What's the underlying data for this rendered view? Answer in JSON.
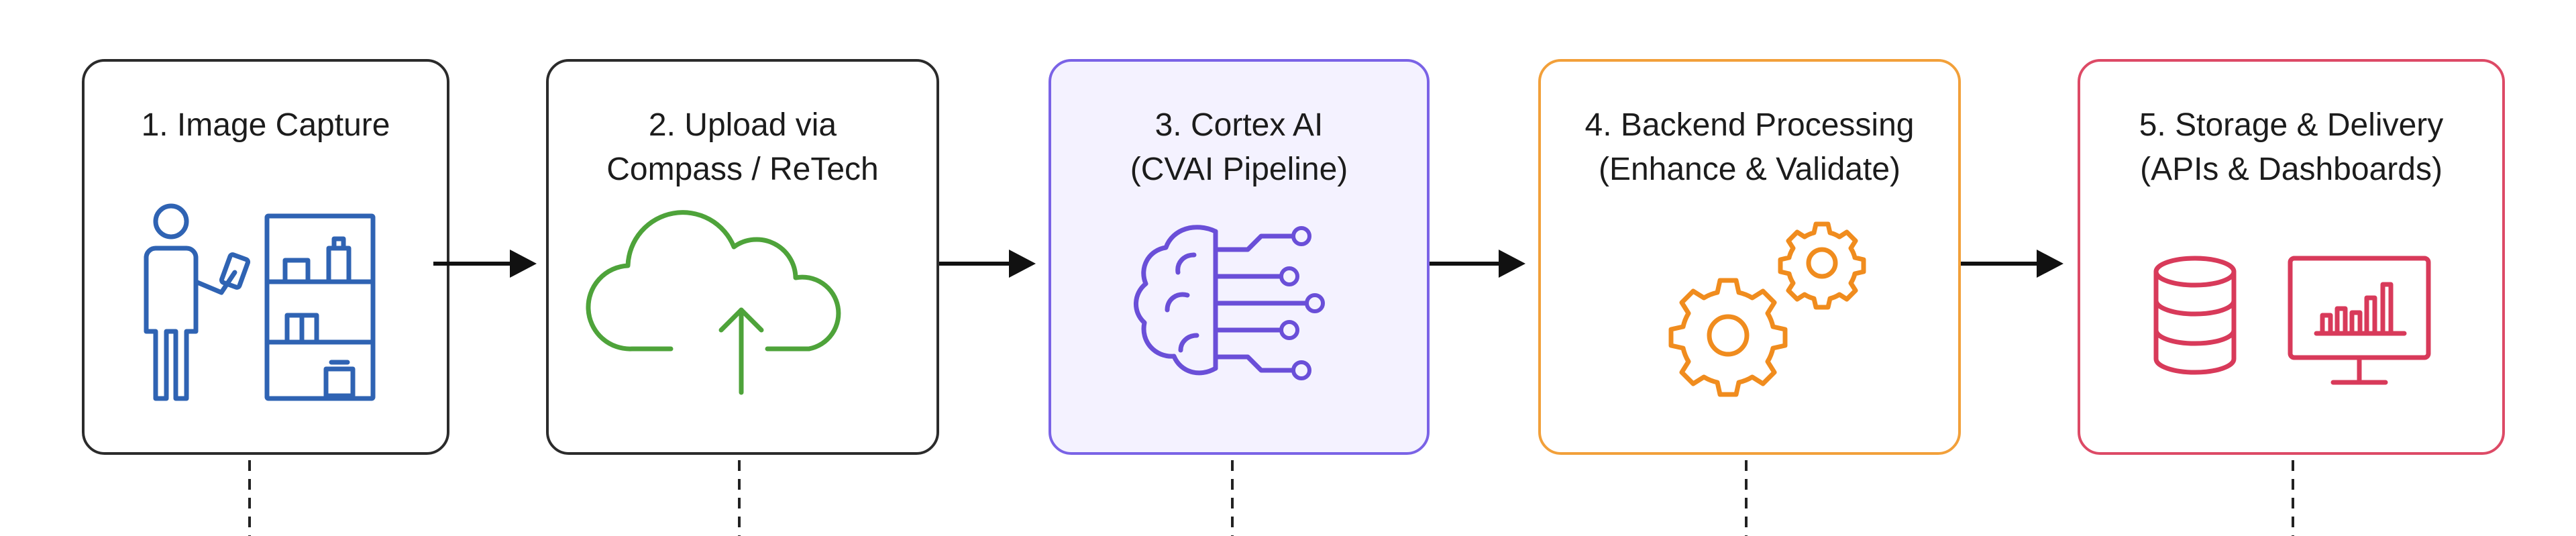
{
  "steps": [
    {
      "title": "1. Image Capture",
      "icon": "person-shelf-icon",
      "border": "#2b2b2b",
      "bg": "#ffffff",
      "accent": "#2f63b3"
    },
    {
      "title": "2. Upload via\nCompass / ReTech",
      "icon": "cloud-upload-icon",
      "border": "#2b2b2b",
      "bg": "#ffffff",
      "accent": "#4ea33a"
    },
    {
      "title": "3. Cortex AI\n(CVAI Pipeline)",
      "icon": "ai-brain-circuit-icon",
      "border": "#7a63e6",
      "bg": "#f4f2ff",
      "accent": "#6a4fd8"
    },
    {
      "title": "4. Backend Processing\n(Enhance & Validate)",
      "icon": "gears-icon",
      "border": "#f2a03a",
      "bg": "#ffffff",
      "accent": "#f08c1e"
    },
    {
      "title": "5. Storage & Delivery\n(APIs & Dashboards)",
      "icon": "database-monitor-icon",
      "border": "#dd4a66",
      "bg": "#ffffff",
      "accent": "#d83a5a"
    }
  ]
}
